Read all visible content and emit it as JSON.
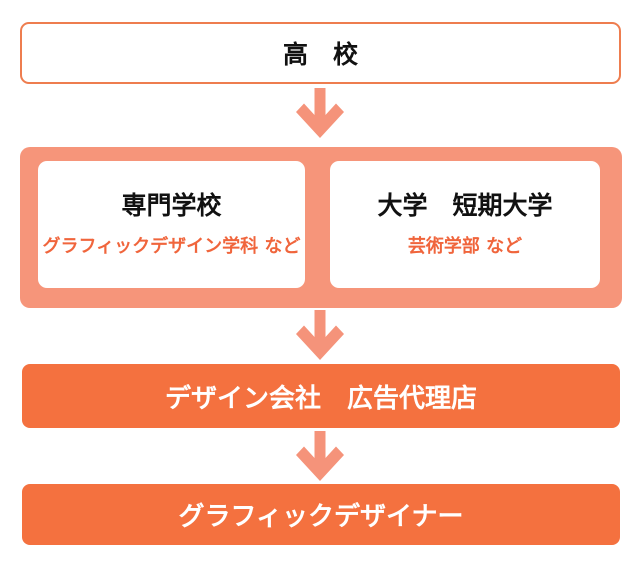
{
  "diagram": {
    "high_school": {
      "label": "高　校"
    },
    "education": {
      "vocational": {
        "title": "専門学校",
        "subtitle": "グラフィックデザイン学科 など"
      },
      "university": {
        "title": "大学　短期大学",
        "subtitle": "芸術学部 など"
      }
    },
    "company": {
      "label": "デザイン会社　広告代理店"
    },
    "designer": {
      "label": "グラフィックデザイナー"
    }
  },
  "icons": {
    "arrow": "down-arrow-icon"
  },
  "colors": {
    "box_border_orange": "#ee7d4f",
    "solid_box_orange": "#f4713f",
    "group_salmon": "#f6957a",
    "arrow_salmon": "#f5937a",
    "subtitle_orange": "#f0653c",
    "title_black": "#111111",
    "white": "#ffffff"
  }
}
